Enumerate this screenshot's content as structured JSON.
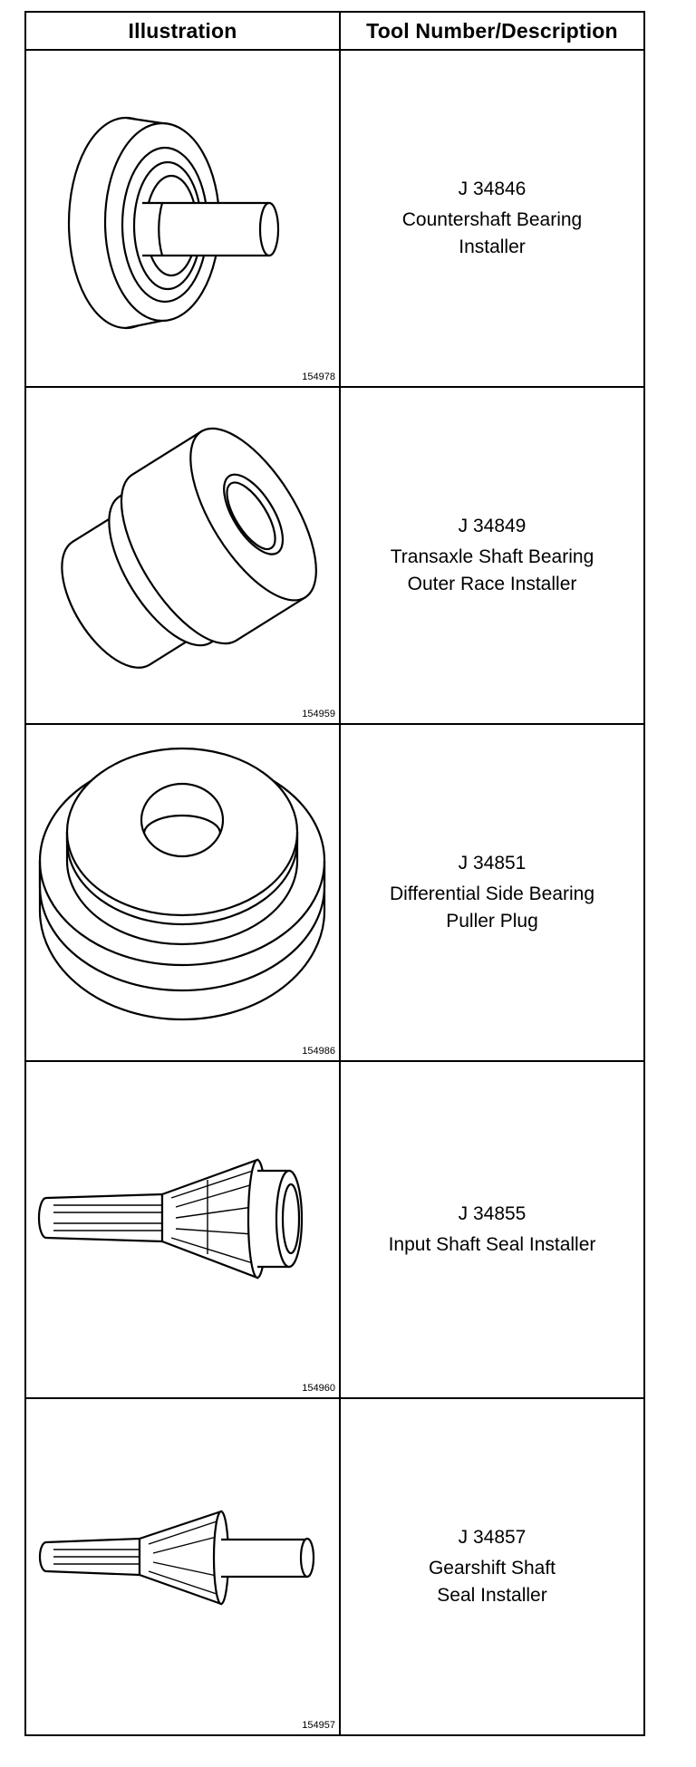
{
  "table": {
    "headers": {
      "illustration": "Illustration",
      "tool": "Tool Number/Description"
    },
    "rows": [
      {
        "fig": "154978",
        "number": "J 34846",
        "desc1": "Countershaft Bearing",
        "desc2": "Installer"
      },
      {
        "fig": "154959",
        "number": "J 34849",
        "desc1": "Transaxle Shaft Bearing",
        "desc2": "Outer Race Installer"
      },
      {
        "fig": "154986",
        "number": "J 34851",
        "desc1": "Differential Side Bearing",
        "desc2": "Puller Plug"
      },
      {
        "fig": "154960",
        "number": "J 34855",
        "desc1": "Input Shaft Seal Installer",
        "desc2": ""
      },
      {
        "fig": "154957",
        "number": "J 34857",
        "desc1": "Gearshift Shaft",
        "desc2": "Seal Installer"
      }
    ]
  }
}
